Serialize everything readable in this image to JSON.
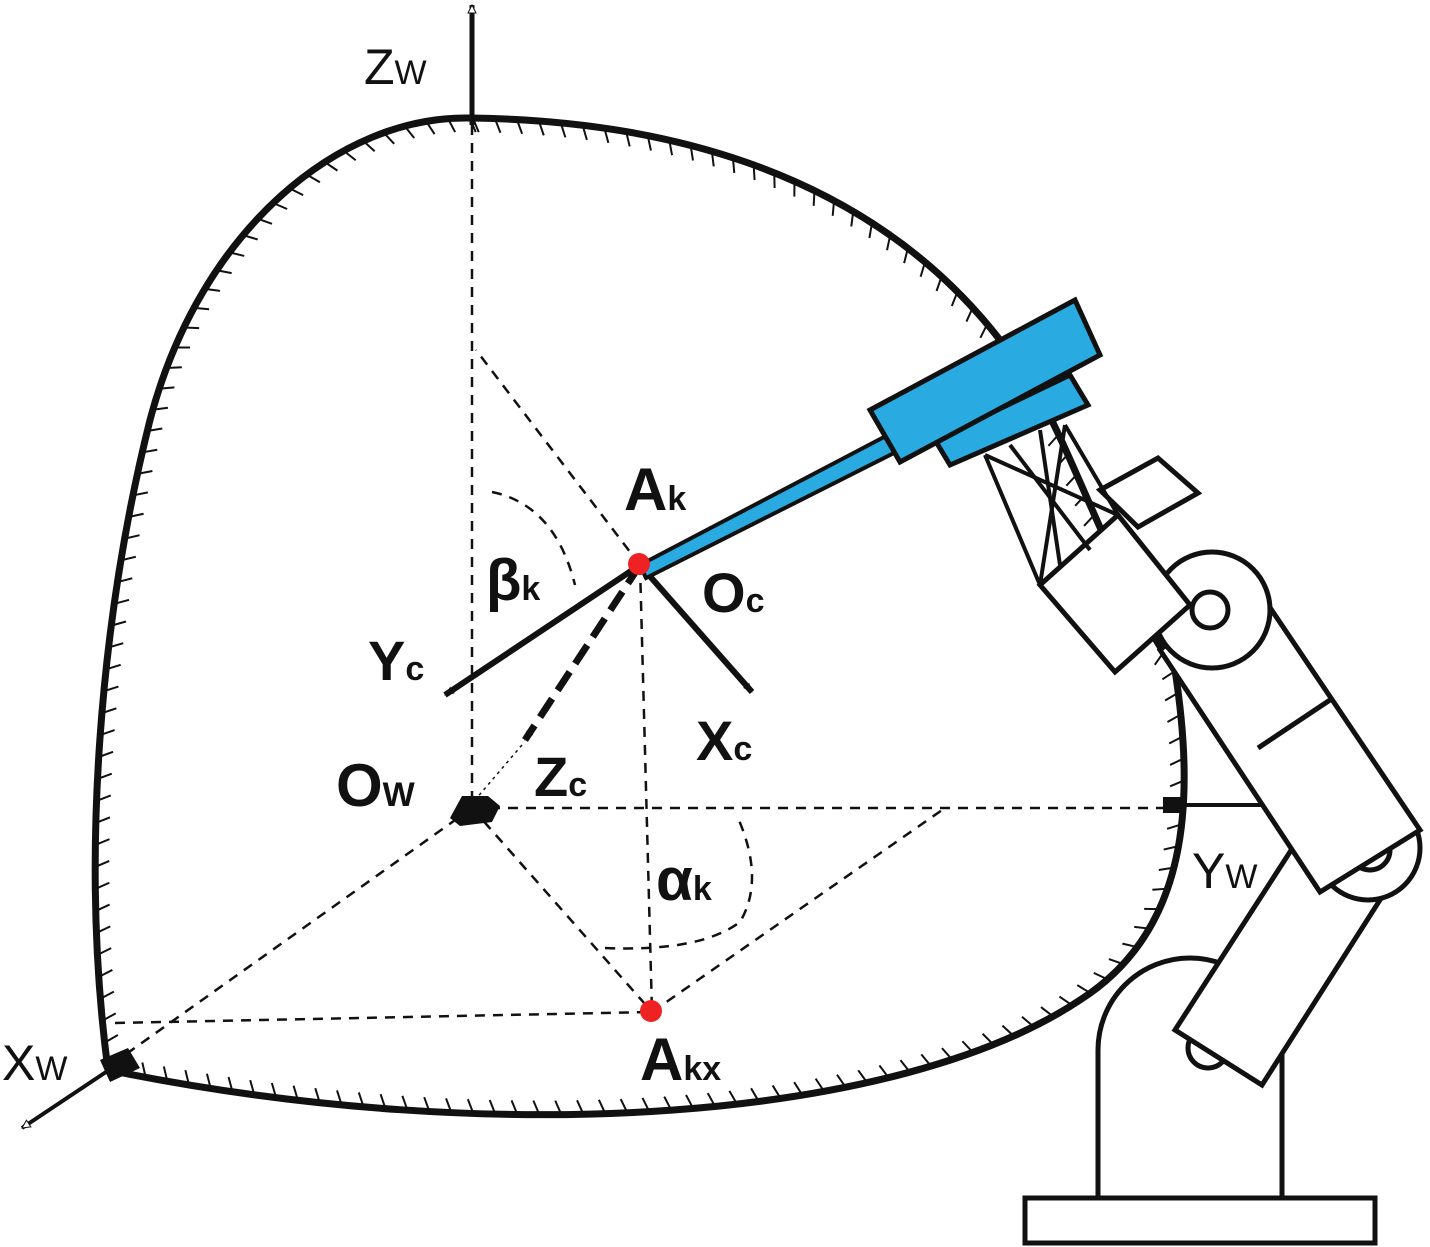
{
  "labels": {
    "zw_main": "Z",
    "zw_sub": "W",
    "xw_main": "X",
    "xw_sub": "W",
    "yw_main": "Y",
    "yw_sub": "W",
    "ow_main": "O",
    "ow_sub": "W",
    "ak_main": "A",
    "ak_sub": "k",
    "akx_main": "A",
    "akx_sub": "kx",
    "oc_main": "O",
    "oc_sub": "c",
    "xc_main": "X",
    "xc_sub": "c",
    "yc_main": "Y",
    "yc_sub": "c",
    "zc_main": "Z",
    "zc_sub": "c",
    "beta_main": "β",
    "beta_sub": "k",
    "alpha_main": "α",
    "alpha_sub": "k"
  },
  "colors": {
    "point_marker": "#ee2222",
    "camera_body": "#29abe2",
    "outline": "#111111",
    "background": "#ffffff"
  }
}
